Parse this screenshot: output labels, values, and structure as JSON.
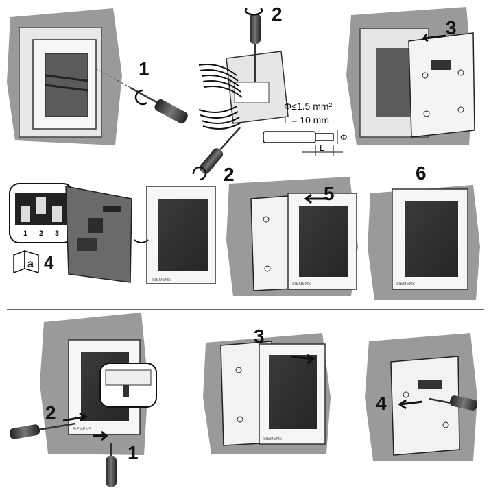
{
  "install": {
    "steps": [
      {
        "number": "1"
      },
      {
        "number": "2"
      },
      {
        "number": "2"
      },
      {
        "number": "3"
      },
      {
        "number": "4"
      },
      {
        "number": "5"
      },
      {
        "number": "6"
      }
    ],
    "wire_spec": {
      "diameter": "Φ≤1.5 mm²",
      "strip_length": "L = 10 mm",
      "dim_L": "L",
      "dim_phi": "Φ"
    },
    "dip_switch": {
      "labels": [
        "1",
        "2",
        "3"
      ]
    },
    "manual_icon_letter": "a",
    "brand": "SIEMENS"
  },
  "removal": {
    "steps": [
      {
        "number": "1"
      },
      {
        "number": "2"
      },
      {
        "number": "3"
      },
      {
        "number": "4"
      }
    ]
  }
}
